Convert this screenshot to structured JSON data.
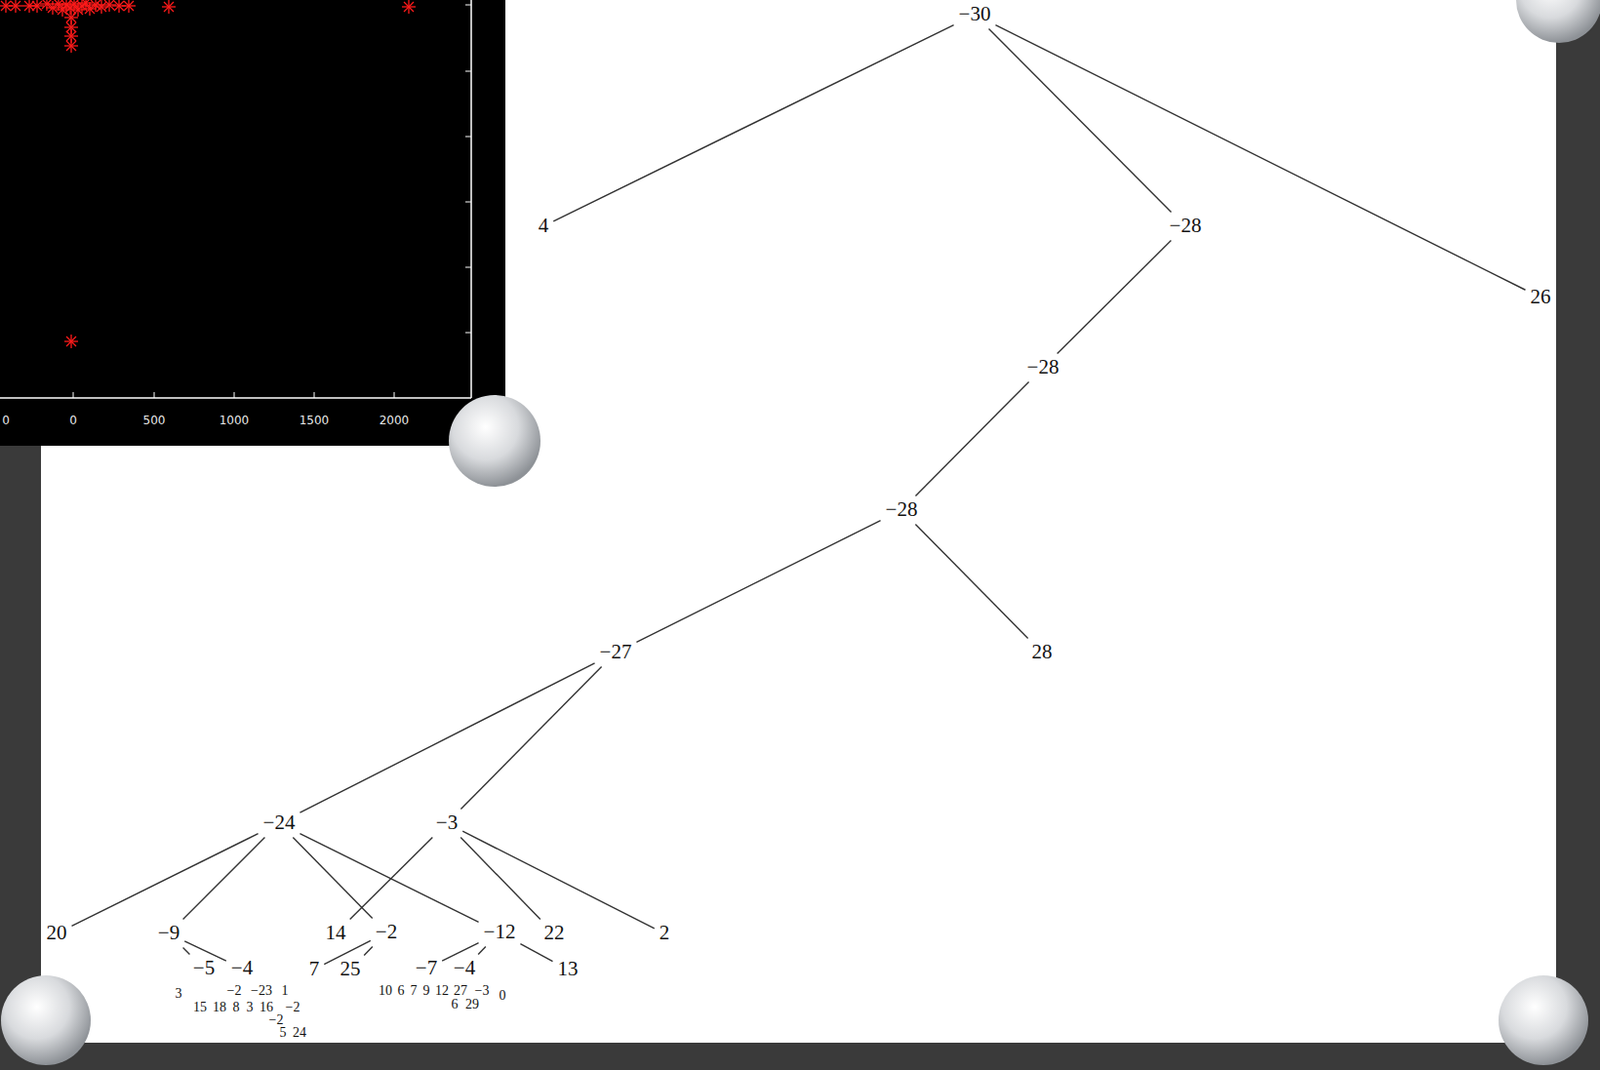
{
  "diagram": {
    "nodes": [
      {
        "text": [
          "−30"
        ]
      },
      {
        "text": [
          "4"
        ]
      },
      {
        "text": [
          "−28"
        ]
      },
      {
        "text": [
          "26"
        ]
      },
      {
        "text": [
          "−28"
        ]
      },
      {
        "text": [
          "−28"
        ]
      },
      {
        "text": [
          "28"
        ]
      },
      {
        "text": [
          "−27"
        ]
      },
      {
        "text": [
          "−24"
        ]
      },
      {
        "text": [
          "−3"
        ]
      },
      {
        "text": [
          "20"
        ]
      },
      {
        "text": [
          "−9"
        ]
      },
      {
        "text": [
          "−2"
        ]
      },
      {
        "text": [
          "−12"
        ]
      },
      {
        "text": [
          "14"
        ]
      },
      {
        "text": [
          "22"
        ]
      },
      {
        "text": [
          "2"
        ]
      },
      {
        "text": [
          "−5"
        ]
      },
      {
        "text": [
          "−4"
        ]
      },
      {
        "text": [
          "7"
        ]
      },
      {
        "text": [
          "25"
        ]
      },
      {
        "text": [
          "−7"
        ]
      },
      {
        "text": [
          "−4"
        ]
      },
      {
        "text": [
          "13"
        ]
      }
    ],
    "edges": [
      {
        "from": 0,
        "to": 1,
        "arrow": "none"
      },
      {
        "from": 0,
        "to": 2,
        "arrow": "none"
      },
      {
        "from": 0,
        "to": 3,
        "arrow": "none"
      },
      {
        "from": 2,
        "to": 4,
        "arrow": "none"
      },
      {
        "from": 4,
        "to": 5,
        "arrow": "none"
      },
      {
        "from": 5,
        "to": 7,
        "arrow": "none"
      },
      {
        "from": 5,
        "to": 6,
        "arrow": "none"
      },
      {
        "from": 7,
        "to": 8,
        "arrow": "none"
      },
      {
        "from": 7,
        "to": 9,
        "arrow": "none"
      },
      {
        "from": 8,
        "to": 10,
        "arrow": "none"
      },
      {
        "from": 8,
        "to": 11,
        "arrow": "none"
      },
      {
        "from": 8,
        "to": 12,
        "arrow": "none"
      },
      {
        "from": 8,
        "to": 13,
        "arrow": "none"
      },
      {
        "from": 9,
        "to": 14,
        "arrow": "none"
      },
      {
        "from": 9,
        "to": 15,
        "arrow": "none"
      },
      {
        "from": 9,
        "to": 16,
        "arrow": "none"
      },
      {
        "from": 11,
        "to": 17,
        "arrow": "none"
      },
      {
        "from": 11,
        "to": 18,
        "arrow": "none"
      },
      {
        "from": 12,
        "to": 19,
        "arrow": "none"
      },
      {
        "from": 12,
        "to": 20,
        "arrow": "none"
      },
      {
        "from": 13,
        "to": 21,
        "arrow": "none"
      },
      {
        "from": 13,
        "to": 22,
        "arrow": "none"
      },
      {
        "from": 13,
        "to": 23,
        "arrow": "none"
      }
    ],
    "labels": [
      "0",
      "0",
      "500",
      "1000",
      "1500",
      "2000",
      "3",
      "−2",
      "−23",
      "1",
      "15",
      "18",
      "8",
      "3",
      "16",
      "−2",
      "−2",
      "5",
      "24",
      "10",
      "6",
      "7",
      "9",
      "12",
      "27",
      "−3",
      "6",
      "29",
      "0"
    ]
  }
}
